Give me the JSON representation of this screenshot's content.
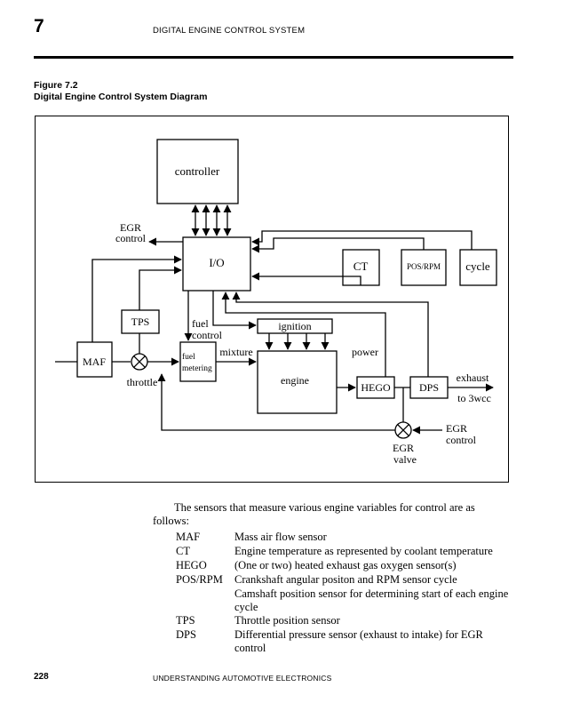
{
  "header": {
    "chapter_number": "7",
    "running_title": "DIGITAL ENGINE CONTROL SYSTEM"
  },
  "figure": {
    "number": "Figure 7.2",
    "title": "Digital Engine Control System Diagram",
    "labels": {
      "controller": "controller",
      "io": "I/O",
      "egr_control_top_1": "EGR",
      "egr_control_top_2": "control",
      "ct": "CT",
      "pos_rpm": "POS/RPM",
      "cycle": "cycle",
      "tps": "TPS",
      "maf": "MAF",
      "throttle": "throttle",
      "fuel_control_1": "fuel",
      "fuel_control_2": "control",
      "fuel_metering_1": "fuel",
      "fuel_metering_2": "metering",
      "mixture": "mixture",
      "ignition": "ignition",
      "engine": "engine",
      "power": "power",
      "hego": "HEGO",
      "dps": "DPS",
      "exhaust": "exhaust",
      "to_3wcc": "to 3wcc",
      "egr_control_right_1": "EGR",
      "egr_control_right_2": "control",
      "egr_valve_1": "EGR",
      "egr_valve_2": "valve"
    }
  },
  "body": {
    "intro": "The sensors that measure various engine variables for control are as follows:",
    "sensors": [
      {
        "abbr": "MAF",
        "desc": "Mass air flow sensor"
      },
      {
        "abbr": "CT",
        "desc": "Engine temperature as represented by coolant temperature"
      },
      {
        "abbr": "HEGO",
        "desc": "(One or two) heated exhaust gas oxygen sensor(s)"
      },
      {
        "abbr": "POS/RPM",
        "desc": "Crankshaft angular positon and RPM sensor cycle"
      },
      {
        "abbr": "",
        "desc": "Camshaft position sensor for determining start of each engine cycle"
      },
      {
        "abbr": "TPS",
        "desc": "Throttle position sensor"
      },
      {
        "abbr": "DPS",
        "desc": "Differential pressure sensor (exhaust to intake) for EGR control"
      }
    ]
  },
  "footer": {
    "page_number": "228",
    "book_title": "UNDERSTANDING AUTOMOTIVE ELECTRONICS"
  }
}
